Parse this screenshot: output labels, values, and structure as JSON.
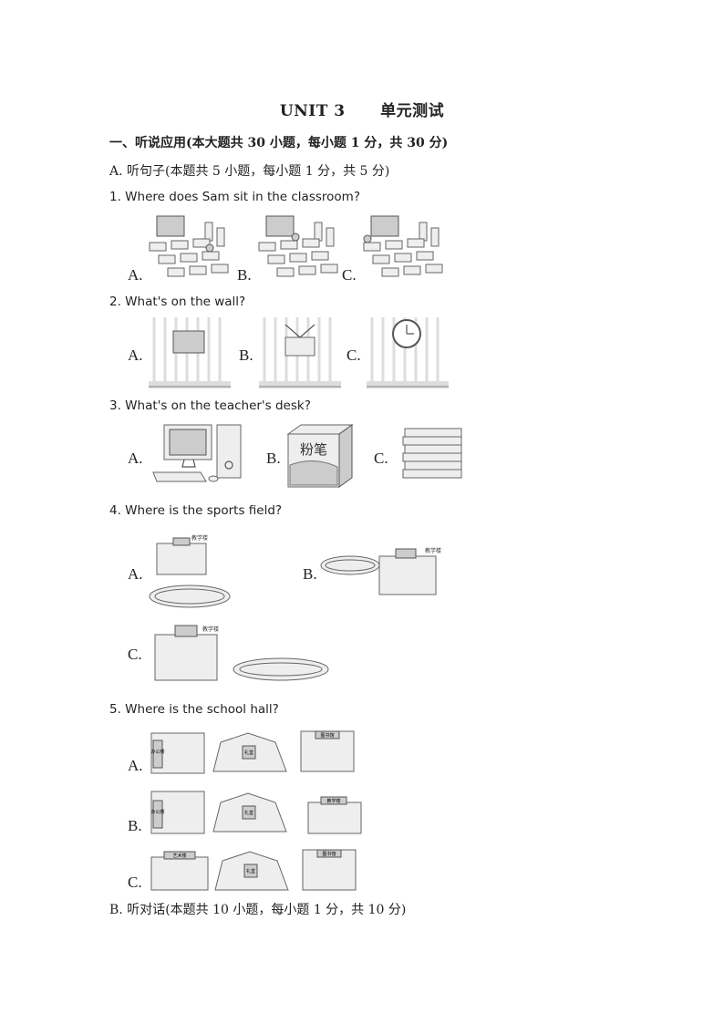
{
  "title": {
    "unit": "UNIT 3",
    "name": "单元测试"
  },
  "section1": {
    "heading": "一、听说应用(本大题共 30 小题，每小题 1 分，共 30 分)"
  },
  "partA": {
    "heading": "A.  听句子(本题共 5 小题，每小题 1 分，共 5 分)"
  },
  "questions": [
    {
      "text": "1. Where does Sam sit in the classroom?",
      "options": [
        "A.",
        "B.",
        "C."
      ]
    },
    {
      "text": "2. What's on the wall?",
      "options": [
        "A.",
        "B.",
        "C."
      ]
    },
    {
      "text": "3. What's on the teacher's  desk?",
      "options": [
        "A.",
        "B.",
        "C."
      ],
      "chalk_label": "粉笔"
    },
    {
      "text": "4. Where is the sports field?",
      "options": [
        "A.",
        "B.",
        "C."
      ],
      "building_label": "教学楼"
    },
    {
      "text": "5. Where is the school hall?",
      "options": [
        "A.",
        "B.",
        "C."
      ],
      "labels": {
        "office": "办公楼",
        "hall": "礼堂",
        "library": "图书馆",
        "teaching": "教学楼",
        "art": "艺术楼"
      }
    }
  ],
  "partB": {
    "heading": "B.  听对话(本题共 10 小题，每小题 1 分，共 10 分)"
  }
}
